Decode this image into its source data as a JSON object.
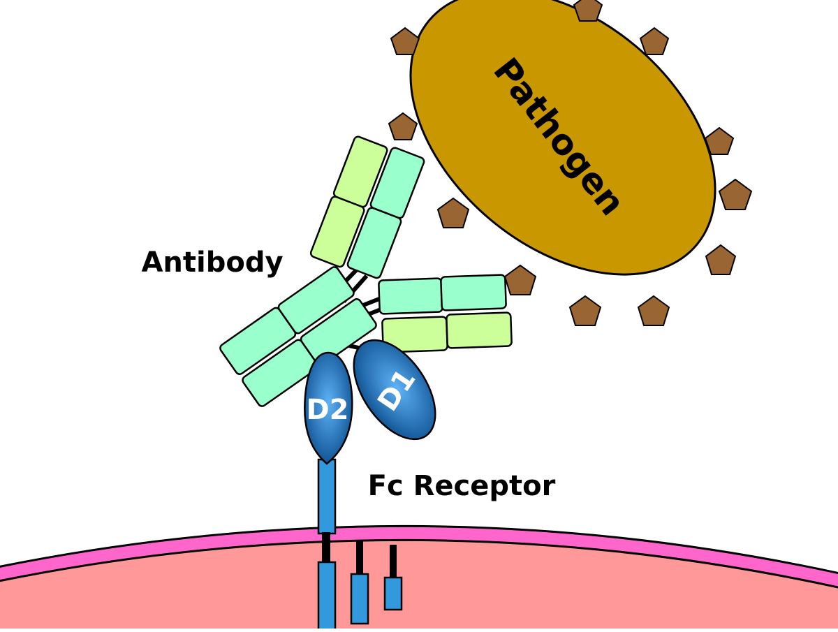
{
  "labels": {
    "pathogen": "Pathogen",
    "antibody": "Antibody",
    "fc_receptor": "Fc Receptor",
    "domain_d1": "D1",
    "domain_d2": "D2"
  },
  "colors": {
    "background": "#ffffff",
    "pathogen_fill": "#c99700",
    "antigen_fill": "#996633",
    "heavy_chain_fill": "#99ffcc",
    "light_chain_fill": "#ccff99",
    "receptor_dark": "#0a4d8c",
    "receptor_light": "#4ea4f0",
    "receptor_stalk": "#3399dd",
    "membrane_line": "#ff66cc",
    "cell_fill": "#ff9999",
    "outline": "#000000",
    "domain_text": "#ffffff"
  }
}
